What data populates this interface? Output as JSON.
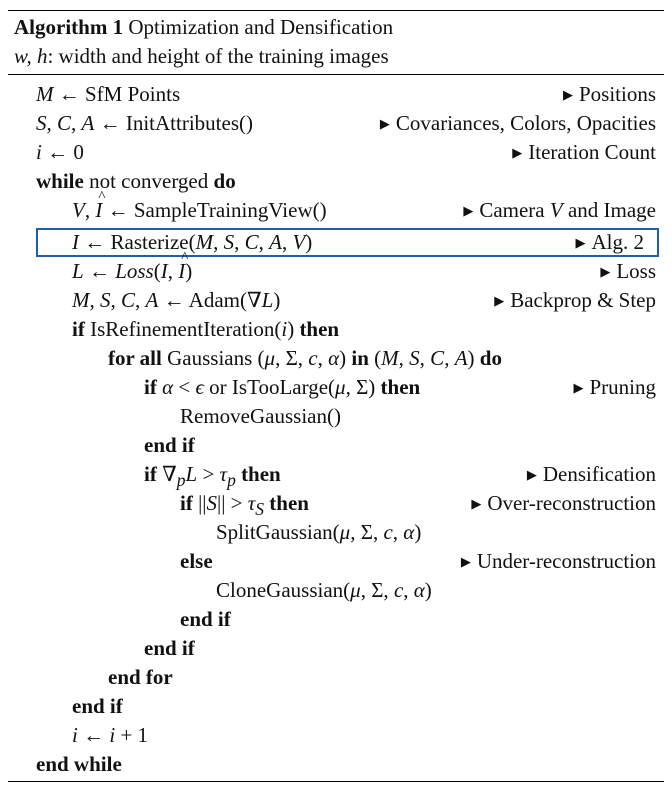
{
  "header": {
    "label": "Algorithm 1",
    "title": "Optimization and Densification",
    "vars": "w, h",
    "desc": ": width and height of the training images"
  },
  "lines": [
    {
      "indent": 0,
      "code": "M ← SfM Points",
      "comment": "Positions"
    },
    {
      "indent": 0,
      "code": "S, C, A ← InitAttributes()",
      "comment": "Covariances, Colors, Opacities"
    },
    {
      "indent": 0,
      "code": "i ← 0",
      "comment": "Iteration Count"
    },
    {
      "indent": 0,
      "code": "while not converged do",
      "comment": ""
    },
    {
      "indent": 1,
      "code": "V, Î ← SampleTrainingView()",
      "comment": "Camera V and Image"
    },
    {
      "indent": 1,
      "code": "I ← Rasterize(M, S, C, A, V)",
      "comment": "Alg. 2",
      "highlight": true
    },
    {
      "indent": 1,
      "code": "L ← Loss(I, Î)",
      "comment": "Loss"
    },
    {
      "indent": 1,
      "code": "M, S, C, A ← Adam(∇L)",
      "comment": "Backprop & Step"
    },
    {
      "indent": 1,
      "code": "if IsRefinementIteration(i) then",
      "comment": ""
    },
    {
      "indent": 2,
      "code": "for all Gaussians (μ, Σ, c, α) in (M, S, C, A) do",
      "comment": ""
    },
    {
      "indent": 3,
      "code": "if α < ϵ or IsTooLarge(μ, Σ) then",
      "comment": "Pruning"
    },
    {
      "indent": 4,
      "code": "RemoveGaussian()",
      "comment": ""
    },
    {
      "indent": 3,
      "code": "end if",
      "comment": ""
    },
    {
      "indent": 3,
      "code": "if ∇pL > τp then",
      "comment": "Densification"
    },
    {
      "indent": 4,
      "code": "if ||S|| > τS then",
      "comment": "Over-reconstruction"
    },
    {
      "indent": 5,
      "code": "SplitGaussian(μ, Σ, c, α)",
      "comment": ""
    },
    {
      "indent": 4,
      "code": "else",
      "comment": "Under-reconstruction"
    },
    {
      "indent": 5,
      "code": "CloneGaussian(μ, Σ, c, α)",
      "comment": ""
    },
    {
      "indent": 4,
      "code": "end if",
      "comment": ""
    },
    {
      "indent": 3,
      "code": "end if",
      "comment": ""
    },
    {
      "indent": 2,
      "code": "end for",
      "comment": ""
    },
    {
      "indent": 1,
      "code": "end if",
      "comment": ""
    },
    {
      "indent": 1,
      "code": "i ← i + 1",
      "comment": ""
    },
    {
      "indent": 0,
      "code": "end while",
      "comment": ""
    }
  ]
}
